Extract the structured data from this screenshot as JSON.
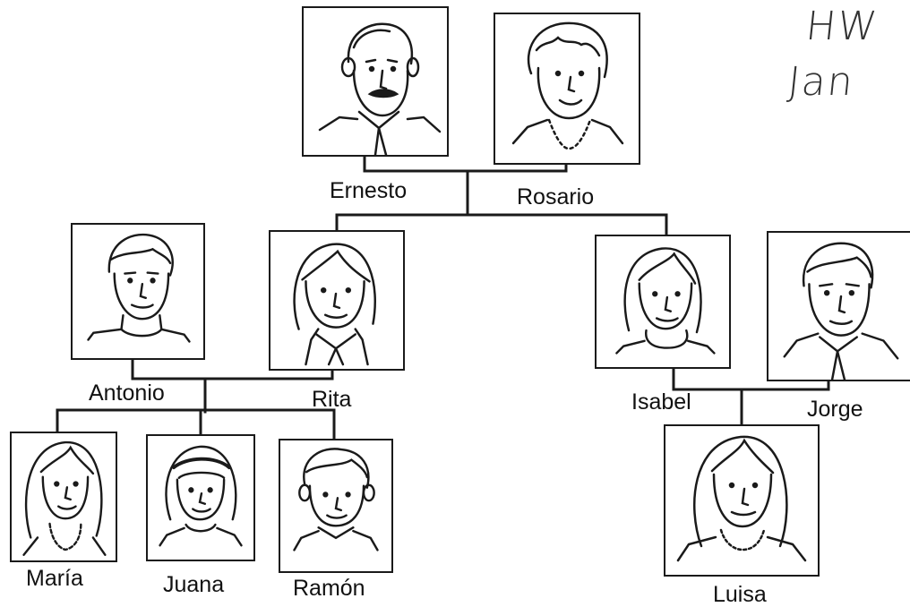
{
  "handwriting": {
    "line1": "HW",
    "line2": "Jan"
  },
  "people": {
    "ernesto": "Ernesto",
    "rosario": "Rosario",
    "antonio": "Antonio",
    "rita": "Rita",
    "isabel": "Isabel",
    "jorge": "Jorge",
    "maria": "María",
    "juana": "Juana",
    "ramon": "Ramón",
    "luisa": "Luisa"
  }
}
